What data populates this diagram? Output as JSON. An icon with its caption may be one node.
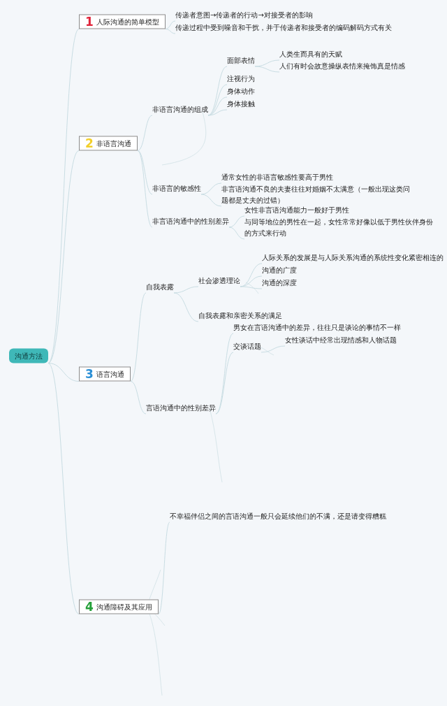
{
  "diagram": {
    "nodes": [
      {
        "text": [
          "沟通方法"
        ]
      },
      {
        "text": [
          "1",
          "人际沟通的简单模型"
        ]
      },
      {
        "text": [
          "传递者意图→传递者的行动→对接受者的影响"
        ]
      },
      {
        "text": [
          "传递过程中受到噪音和干扰，并于传递者和接受者的编码解码方式有关"
        ]
      },
      {
        "text": [
          "2",
          "非语言沟通"
        ]
      },
      {
        "text": [
          "非语言沟通的组成"
        ]
      },
      {
        "text": [
          "面部表情"
        ]
      },
      {
        "text": [
          "人类生而具有的天赋"
        ]
      },
      {
        "text": [
          "人们有时会故意操纵表情来掩饰真是情感"
        ]
      },
      {
        "text": [
          "注视行为"
        ]
      },
      {
        "text": [
          "身体动作"
        ]
      },
      {
        "text": [
          "身体接触"
        ]
      },
      {
        "text": [
          "非语言的敏感性"
        ]
      },
      {
        "text": [
          "通常女性的非语言敏感性要高于男性"
        ]
      },
      {
        "text": [
          "非言语沟通不良的夫妻往往对婚姻不太满意（一般出现这类问题都是丈夫的过错）"
        ]
      },
      {
        "text": [
          "非言语沟通中的性别差异"
        ]
      },
      {
        "text": [
          "女性非言语沟通能力一般好于男性"
        ]
      },
      {
        "text": [
          "与同等地位的男性在一起，女性常常好像以低于男性伙伴身份的方式来行动"
        ]
      },
      {
        "text": [
          "3",
          "语言沟通"
        ]
      },
      {
        "text": [
          "自我表露"
        ]
      },
      {
        "text": [
          "社会渗透理论"
        ]
      },
      {
        "text": [
          "人际关系的发展是与人际关系沟通的系统性变化紧密相连的"
        ]
      },
      {
        "text": [
          "沟通的广度"
        ]
      },
      {
        "text": [
          "沟通的深度"
        ]
      },
      {
        "text": [
          "自我表露和亲密关系的满足"
        ]
      },
      {
        "text": [
          "言语沟通中的性别差异"
        ]
      },
      {
        "text": [
          "男女在言语沟通中的差异，往往只是谈论的事情不一样"
        ]
      },
      {
        "text": [
          "交谈话题"
        ]
      },
      {
        "text": [
          "女性谈话中经常出现情感和人物话题"
        ]
      },
      {
        "text": [
          "4",
          "沟通障碍及其应用"
        ]
      },
      {
        "text": [
          "不幸福伴侣之间的言语沟通一般只会延续他们的不满，还是请变得糟糕"
        ]
      }
    ],
    "edges": [
      {
        "from": 0,
        "to": 1,
        "arrow": "none"
      },
      {
        "from": 0,
        "to": 4,
        "arrow": "none"
      },
      {
        "from": 0,
        "to": 18,
        "arrow": "none"
      },
      {
        "from": 0,
        "to": 29,
        "arrow": "none"
      },
      {
        "from": 1,
        "to": 2,
        "arrow": "none"
      },
      {
        "from": 1,
        "to": 3,
        "arrow": "none"
      },
      {
        "from": 4,
        "to": 5,
        "arrow": "none"
      },
      {
        "from": 4,
        "to": 12,
        "arrow": "none"
      },
      {
        "from": 4,
        "to": 15,
        "arrow": "none"
      },
      {
        "from": 5,
        "to": 6,
        "arrow": "none"
      },
      {
        "from": 5,
        "to": 9,
        "arrow": "none"
      },
      {
        "from": 5,
        "to": 10,
        "arrow": "none"
      },
      {
        "from": 5,
        "to": 11,
        "arrow": "none"
      },
      {
        "from": 6,
        "to": 7,
        "arrow": "none"
      },
      {
        "from": 6,
        "to": 8,
        "arrow": "none"
      },
      {
        "from": 12,
        "to": 13,
        "arrow": "none"
      },
      {
        "from": 12,
        "to": 14,
        "arrow": "none"
      },
      {
        "from": 15,
        "to": 16,
        "arrow": "none"
      },
      {
        "from": 15,
        "to": 17,
        "arrow": "none"
      },
      {
        "from": 18,
        "to": 19,
        "arrow": "none"
      },
      {
        "from": 18,
        "to": 25,
        "arrow": "none"
      },
      {
        "from": 19,
        "to": 20,
        "arrow": "none"
      },
      {
        "from": 19,
        "to": 24,
        "arrow": "none"
      },
      {
        "from": 20,
        "to": 21,
        "arrow": "none"
      },
      {
        "from": 20,
        "to": 22,
        "arrow": "none"
      },
      {
        "from": 20,
        "to": 23,
        "arrow": "none"
      },
      {
        "from": 25,
        "to": 26,
        "arrow": "none"
      },
      {
        "from": 25,
        "to": 27,
        "arrow": "none"
      },
      {
        "from": 27,
        "to": 28,
        "arrow": "none"
      },
      {
        "from": 29,
        "to": 30,
        "arrow": "none"
      }
    ]
  }
}
